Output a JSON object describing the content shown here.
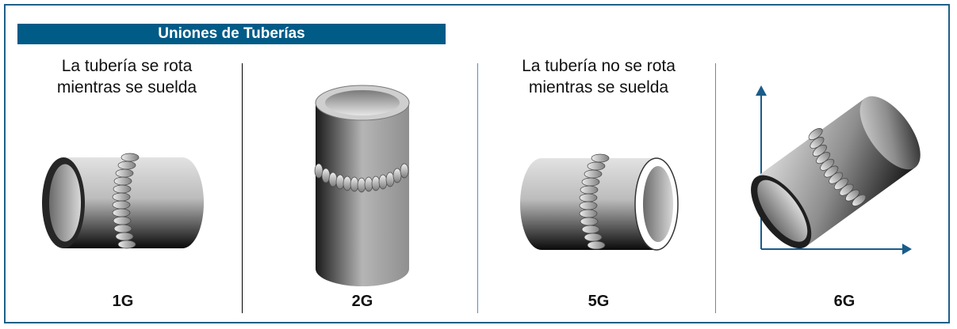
{
  "title": "Uniones de Tuberías",
  "captions": {
    "rotated": [
      "La tubería se rota",
      "mientras se suelda"
    ],
    "not_rotated": [
      "La tubería no se rota",
      "mientras se suelda"
    ]
  },
  "positions": [
    {
      "code": "1G",
      "icon": "horizontal-pipe-icon"
    },
    {
      "code": "2G",
      "icon": "vertical-pipe-icon"
    },
    {
      "code": "5G",
      "icon": "horizontal-fixed-pipe-icon"
    },
    {
      "code": "6G",
      "icon": "inclined-pipe-icon"
    }
  ],
  "colors": {
    "frame": "#1f5f86",
    "title_bg": "#005b87",
    "arrow": "#1a5c8a"
  }
}
